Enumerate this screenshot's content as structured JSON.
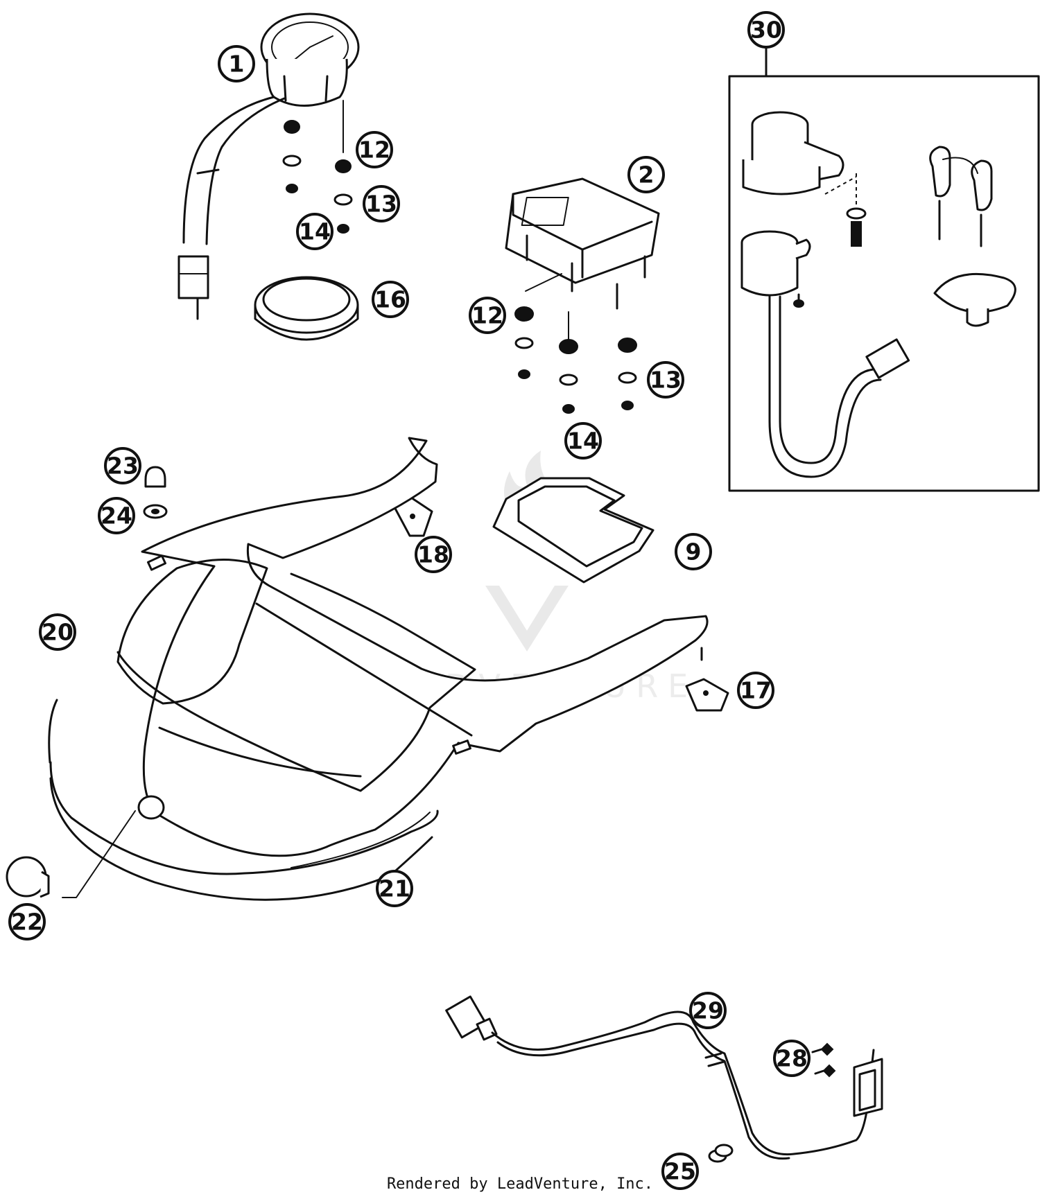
{
  "footer": {
    "credit": "Rendered by LeadVenture, Inc."
  },
  "watermark": {
    "text": "LEADVENTURE"
  },
  "callouts": [
    {
      "id": "c1",
      "label": "1"
    },
    {
      "id": "c12a",
      "label": "12"
    },
    {
      "id": "c13a",
      "label": "13"
    },
    {
      "id": "c14a",
      "label": "14"
    },
    {
      "id": "c16",
      "label": "16"
    },
    {
      "id": "c2",
      "label": "2"
    },
    {
      "id": "c12b",
      "label": "12"
    },
    {
      "id": "c13b",
      "label": "13"
    },
    {
      "id": "c14b",
      "label": "14"
    },
    {
      "id": "c30",
      "label": "30"
    },
    {
      "id": "c23",
      "label": "23"
    },
    {
      "id": "c24",
      "label": "24"
    },
    {
      "id": "c18",
      "label": "18"
    },
    {
      "id": "c9",
      "label": "9"
    },
    {
      "id": "c20",
      "label": "20"
    },
    {
      "id": "c17",
      "label": "17"
    },
    {
      "id": "c22",
      "label": "22"
    },
    {
      "id": "c21",
      "label": "21"
    },
    {
      "id": "c29",
      "label": "29"
    },
    {
      "id": "c28",
      "label": "28"
    },
    {
      "id": "c25",
      "label": "25"
    }
  ]
}
